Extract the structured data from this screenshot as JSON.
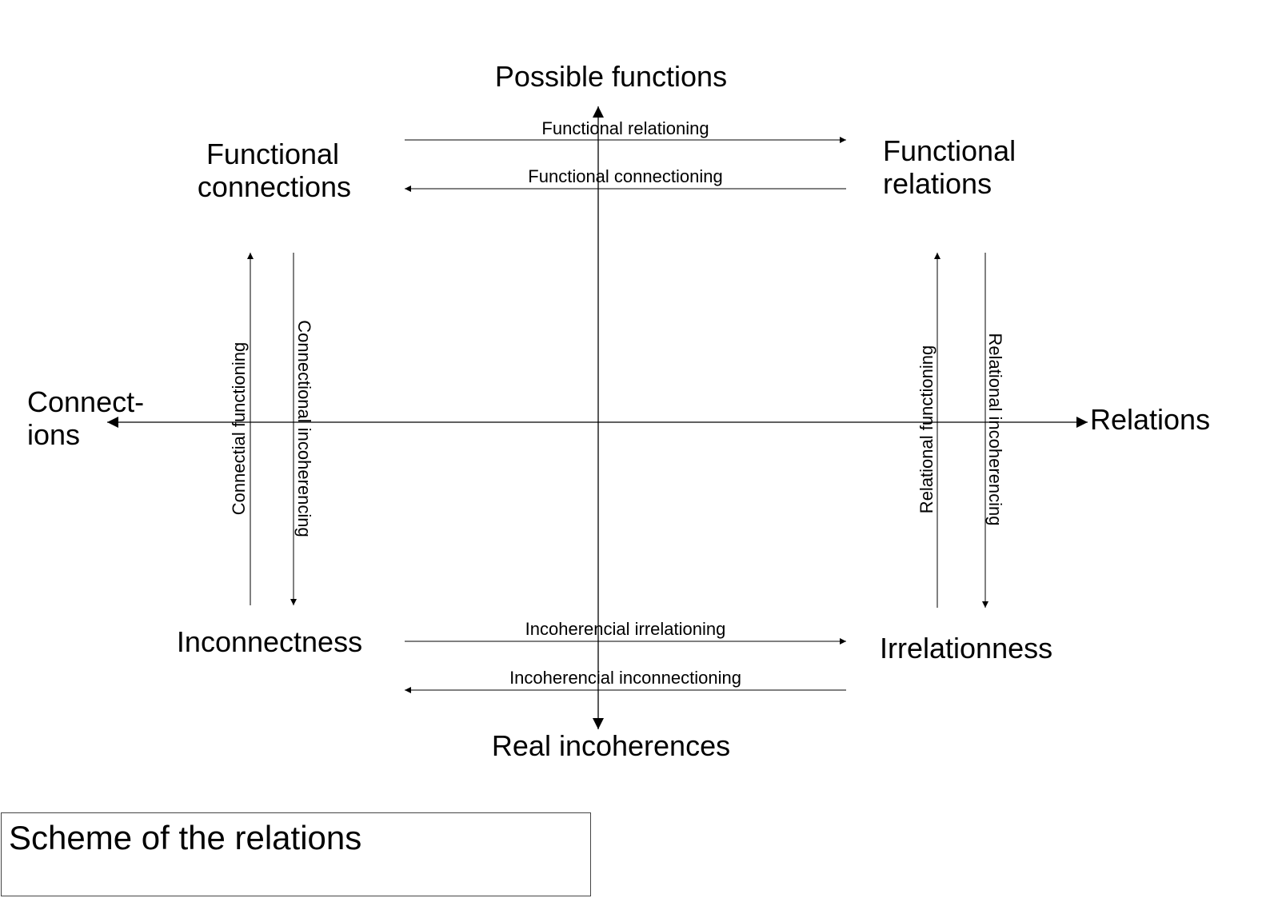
{
  "axes": {
    "top": "Possible functions",
    "bottom": "Real incoherences",
    "left_line1": "Connect-",
    "left_line2": "ions",
    "right": "Relations"
  },
  "nodes": {
    "top_left_line1": "Functional",
    "top_left_line2": "connections",
    "top_right_line1": "Functional",
    "top_right_line2": "relations",
    "bottom_left": "Inconnectness",
    "bottom_right": "Irrelationness"
  },
  "edges": {
    "top_forward": "Functional relationing",
    "top_back": "Functional connectioning",
    "bottom_forward": "Incoherencial irrelationing",
    "bottom_back": "Incoherencial inconnectioning",
    "left_up": "Connectial functioning",
    "left_down": "Connectional incoherencing",
    "right_up": "Relational functioning",
    "right_down": "Relational incoherencing"
  },
  "caption": "Scheme of the relations"
}
